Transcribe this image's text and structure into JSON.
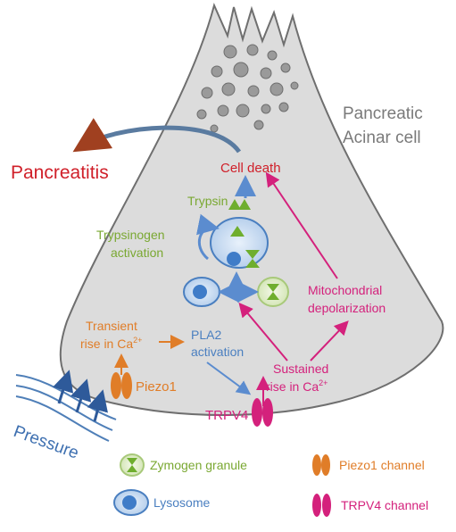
{
  "title": {
    "line1": "Pancreatic",
    "line2": "Acinar cell"
  },
  "pancreatitis": "Pancreatitis",
  "cell_death": "Cell death",
  "trypsin": "Trypsin",
  "trypsinogen": {
    "line1": "Trypsinogen",
    "line2": "activation"
  },
  "mito": {
    "line1": "Mitochondrial",
    "line2": "depolarization"
  },
  "transient": {
    "line1": "Transient",
    "line2": "rise in Ca",
    "sup": "2+"
  },
  "pla2": {
    "line1": "PLA2",
    "line2": "activation"
  },
  "sustained": {
    "line1": "Sustained",
    "line2": "rise in Ca",
    "sup": "2+"
  },
  "piezo1": "Piezo1",
  "trpv4": "TRPV4",
  "pressure": "Pressure",
  "legend": {
    "zymogen": "Zymogen granule",
    "lysosome": "Lysosome",
    "piezo_channel": "Piezo1 channel",
    "trpv4_channel": "TRPV4 channel"
  },
  "colors": {
    "cell_fill": "#dcdcdc",
    "cell_stroke": "#6f6f6f",
    "red": "#d0202a",
    "green": "#7aa832",
    "orange": "#e07d28",
    "magenta": "#d4217c",
    "blue": "#4a7fc0",
    "steel": "#5b7fa8",
    "gray_text": "#7a7a7a"
  }
}
